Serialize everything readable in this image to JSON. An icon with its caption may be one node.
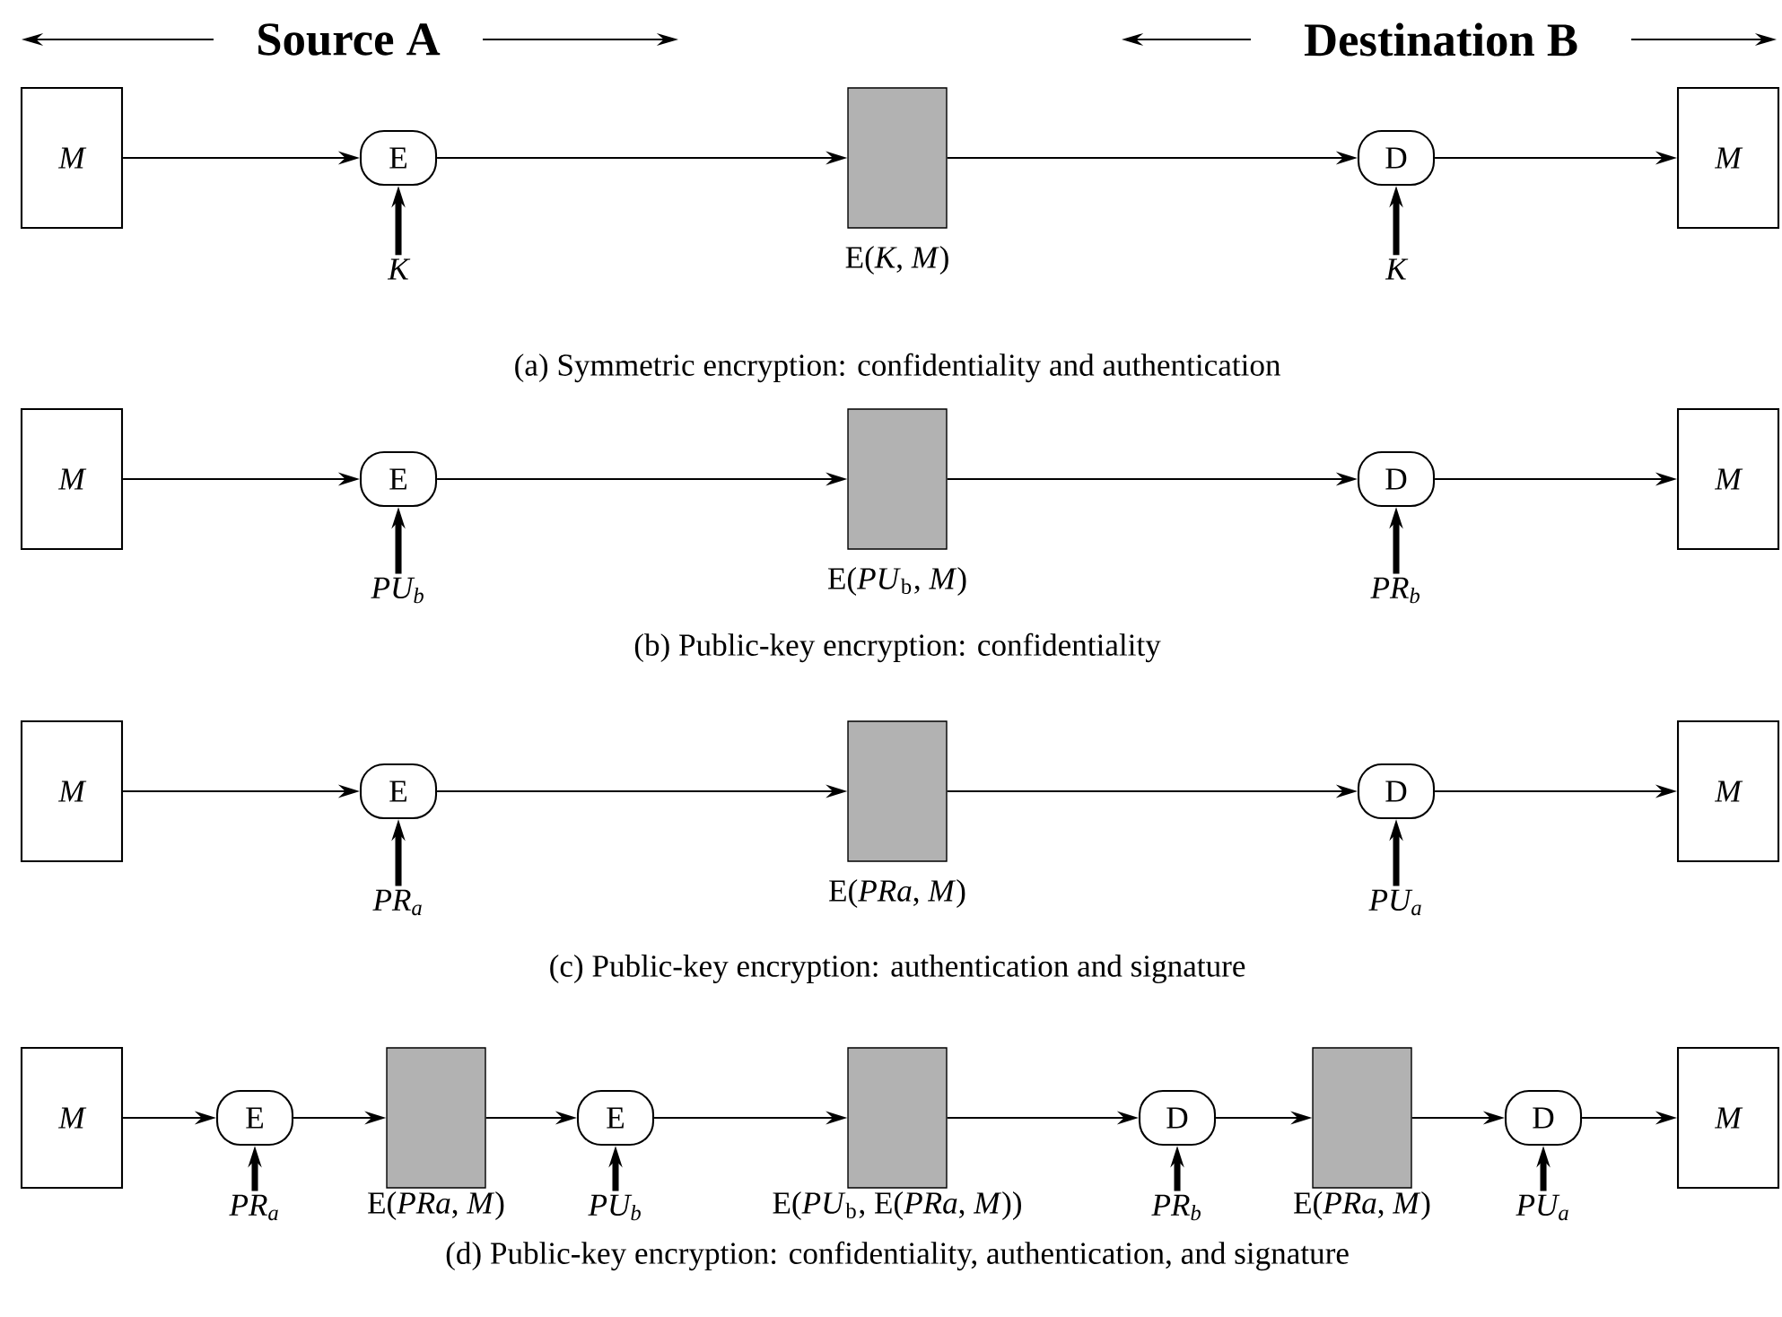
{
  "diagram": {
    "nodes": [
      {
        "text": [
          "M"
        ]
      },
      {
        "text": [
          "E"
        ]
      },
      {
        "text": [
          "K"
        ]
      },
      {
        "text": [],
        "shape": "box",
        "beside": [
          "E(*K*, *M*)"
        ]
      },
      {
        "text": [
          "D"
        ]
      },
      {
        "text": [
          "K"
        ]
      },
      {
        "text": [
          "M"
        ]
      },
      {
        "text": [
          "M"
        ]
      },
      {
        "text": [
          "E"
        ]
      },
      {
        "text": [
          "PU$_{b}$"
        ]
      },
      {
        "text": [],
        "shape": "box",
        "beside": [
          "E(*PU*$_{b}$, *M*)"
        ]
      },
      {
        "text": [
          "D"
        ]
      },
      {
        "text": [
          "PR$_{b}$"
        ]
      },
      {
        "text": [
          "M"
        ]
      },
      {
        "text": [
          "M"
        ]
      },
      {
        "text": [
          "E"
        ]
      },
      {
        "text": [
          "PR$_{a}$"
        ]
      },
      {
        "text": [],
        "shape": "box",
        "beside": [
          "E(*PRa*, *M*)"
        ]
      },
      {
        "text": [
          "D"
        ]
      },
      {
        "text": [
          "PU$_{a}$"
        ]
      },
      {
        "text": [
          "M"
        ]
      },
      {
        "text": [
          "M"
        ]
      },
      {
        "text": [
          "E"
        ]
      },
      {
        "text": [
          "PR$_{a}$"
        ]
      },
      {
        "text": [],
        "shape": "box",
        "beside": [
          "E(*PRa*, *M*)"
        ]
      },
      {
        "text": [
          "E"
        ]
      },
      {
        "text": [
          "PU$_{b}$"
        ]
      },
      {
        "text": [],
        "shape": "box",
        "beside": [
          "E(*PU*$_{b}$, E(*PRa*, *M*))"
        ]
      },
      {
        "text": [
          "D"
        ]
      },
      {
        "text": [
          "PR$_{b}$"
        ]
      },
      {
        "text": [],
        "shape": "box",
        "beside": [
          "E(*PRa*, *M*)"
        ]
      },
      {
        "text": [
          "D"
        ]
      },
      {
        "text": [
          "PU$_{a}$"
        ]
      },
      {
        "text": [
          "M"
        ]
      }
    ],
    "edges": [
      {
        "from": 0,
        "to": 1,
        "arrow": "to"
      },
      {
        "from": 2,
        "to": 1,
        "arrow": "to",
        "style": "thick"
      },
      {
        "from": 1,
        "to": 3,
        "arrow": "to"
      },
      {
        "from": 3,
        "to": 4,
        "arrow": "to"
      },
      {
        "from": 5,
        "to": 4,
        "arrow": "to",
        "style": "thick"
      },
      {
        "from": 4,
        "to": 6,
        "arrow": "to"
      },
      {
        "from": 7,
        "to": 8,
        "arrow": "to"
      },
      {
        "from": 9,
        "to": 8,
        "arrow": "to",
        "style": "thick"
      },
      {
        "from": 8,
        "to": 10,
        "arrow": "to"
      },
      {
        "from": 10,
        "to": 11,
        "arrow": "to"
      },
      {
        "from": 12,
        "to": 11,
        "arrow": "to",
        "style": "thick"
      },
      {
        "from": 11,
        "to": 13,
        "arrow": "to"
      },
      {
        "from": 14,
        "to": 15,
        "arrow": "to"
      },
      {
        "from": 16,
        "to": 15,
        "arrow": "to",
        "style": "thick"
      },
      {
        "from": 15,
        "to": 17,
        "arrow": "to"
      },
      {
        "from": 17,
        "to": 18,
        "arrow": "to"
      },
      {
        "from": 19,
        "to": 18,
        "arrow": "to",
        "style": "thick"
      },
      {
        "from": 18,
        "to": 20,
        "arrow": "to"
      },
      {
        "from": 21,
        "to": 22,
        "arrow": "to"
      },
      {
        "from": 23,
        "to": 22,
        "arrow": "to",
        "style": "thick"
      },
      {
        "from": 22,
        "to": 24,
        "arrow": "to"
      },
      {
        "from": 24,
        "to": 25,
        "arrow": "to"
      },
      {
        "from": 26,
        "to": 25,
        "arrow": "to",
        "style": "thick"
      },
      {
        "from": 25,
        "to": 27,
        "arrow": "to"
      },
      {
        "from": 27,
        "to": 28,
        "arrow": "to"
      },
      {
        "from": 29,
        "to": 28,
        "arrow": "to",
        "style": "thick"
      },
      {
        "from": 28,
        "to": 30,
        "arrow": "to"
      },
      {
        "from": 30,
        "to": 31,
        "arrow": "to"
      },
      {
        "from": 32,
        "to": 31,
        "arrow": "to",
        "style": "thick"
      },
      {
        "from": 31,
        "to": 33,
        "arrow": "to"
      }
    ],
    "labels": [
      "Source A",
      "Destination B",
      "(a) Symmetric encryption: confidentiality and authentication",
      "(b) Public-key encryption: confidentiality",
      "(c) Public-key encryption: authentication and signature",
      "(d) Public-key encryption: confidentiality, authentication, and signature"
    ]
  }
}
